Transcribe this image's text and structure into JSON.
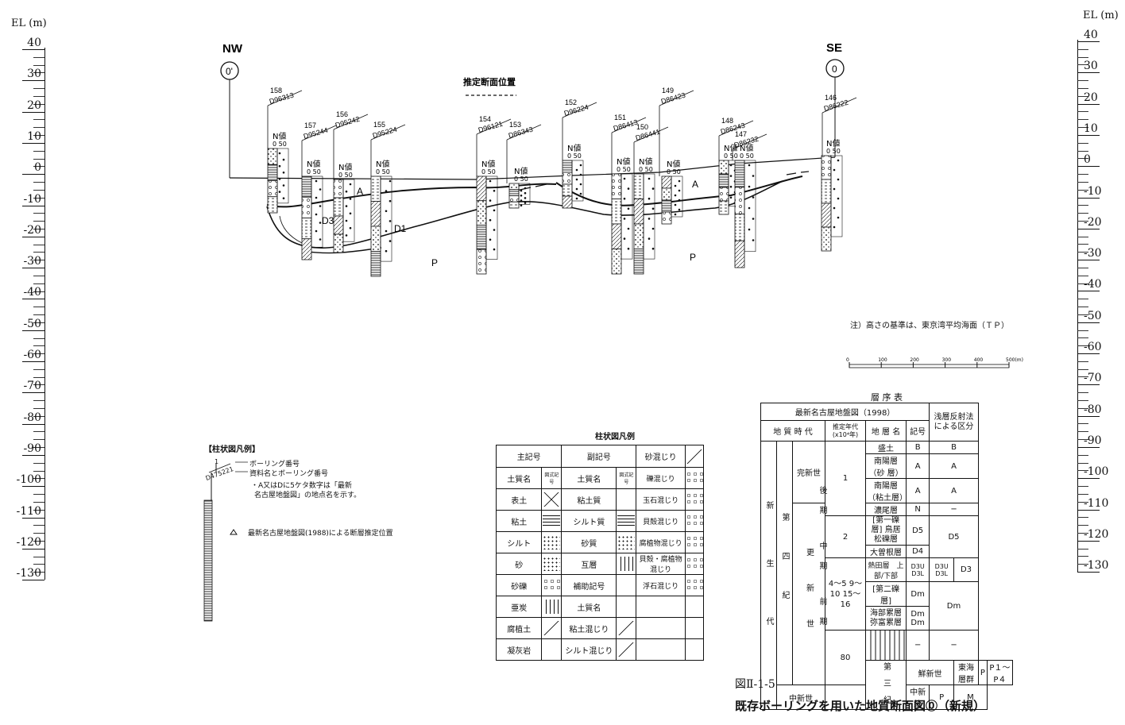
{
  "axis": {
    "unit_label": "EL (m)",
    "ticks": [
      "40",
      "30",
      "20",
      "10",
      "0",
      "-10",
      "-20",
      "-30",
      "-40",
      "-50",
      "-60",
      "-70",
      "-80",
      "-90",
      "-100",
      "-110",
      "-120",
      "-130"
    ]
  },
  "section": {
    "nw_label": "NW",
    "nw_marker": "0'",
    "se_label": "SE",
    "se_marker": "0",
    "estimated_line_label": "推定断面位置",
    "n_value_label": "N値",
    "n_value_scale": "0 50",
    "boreholes": [
      {
        "no": "158",
        "id": "D96313"
      },
      {
        "no": "157",
        "id": "D95244"
      },
      {
        "no": "156",
        "id": "D95242"
      },
      {
        "no": "155",
        "id": "D95224"
      },
      {
        "no": "154",
        "id": "D96121"
      },
      {
        "no": "153",
        "id": "D86343"
      },
      {
        "no": "152",
        "id": "D96224"
      },
      {
        "no": "151",
        "id": "D86413"
      },
      {
        "no": "150",
        "id": "D86441"
      },
      {
        "no": "149",
        "id": "D86423"
      },
      {
        "no": "148",
        "id": "D86243"
      },
      {
        "no": "147",
        "id": "D86232"
      },
      {
        "no": "146",
        "id": "D86222"
      }
    ],
    "layer_labels": {
      "a1": "A",
      "a2": "A",
      "d3": "D3",
      "d1": "D1",
      "p1": "P",
      "p2": "P"
    }
  },
  "note": "注）高さの基準は、東京湾平均海面（ＴＰ）",
  "scale_bar": {
    "labels": [
      "0",
      "100",
      "200",
      "300",
      "400",
      "500(m)"
    ]
  },
  "legend_col": {
    "title": "【柱状図凡例】",
    "example_no": "1",
    "example_id": "D475221",
    "line1": "ボーリング番号",
    "line2": "資料名とボーリング番号",
    "line3": "・A又はDに5ケタ数字は「最新",
    "line4": "名古屋地盤図」の地点名を示す。",
    "triangle_note": "最新名古屋地盤図(1988)による断層推定位置"
  },
  "legend_table": {
    "title": "柱状図凡例",
    "headers": [
      "主記号",
      "副記号",
      "砂混じり"
    ],
    "sub_header_soil": "土質名",
    "sub_header_sym": "図式記号",
    "rows": [
      [
        "土質名",
        "土質名",
        "礫混じり"
      ],
      [
        "表土",
        "粘土質",
        "玉石混じり"
      ],
      [
        "粘土",
        "シルト質",
        "貝殻混じり"
      ],
      [
        "シルト",
        "砂質",
        "腐植物混じり"
      ],
      [
        "砂",
        "互層",
        "貝殻・腐植物 混じり"
      ],
      [
        "砂礫",
        "補助記号",
        "浮石混じり"
      ],
      [
        "亜炭",
        "土質名",
        ""
      ],
      [
        "腐植土",
        "粘土混じり",
        ""
      ],
      [
        "凝灰岩",
        "シルト混じり",
        ""
      ]
    ]
  },
  "strat_table": {
    "title": "層 序 表",
    "source": "最新名古屋地盤図（1998）",
    "shallow_header": "浅層反射法による区分",
    "h_geo_age": "地 質 時 代",
    "h_age_unit": "推定年代(x10⁴年)",
    "h_layer": "地 層 名",
    "h_symbol": "記号",
    "era": "新 生 代",
    "quaternary": "第 四 紀",
    "tertiary": "第 三 紀",
    "holocene": "完新世",
    "pleistocene": "更 新 世",
    "late": "後 期",
    "middle": "中 期",
    "early": "前 期",
    "pliocene": "鮮新世",
    "miocene": "中新世",
    "ages": [
      "1",
      "2",
      "4〜5",
      "9〜10",
      "15〜16",
      "80"
    ],
    "rows": [
      {
        "name": "盛土",
        "sym": "B",
        "shallow": "B"
      },
      {
        "name": "南陽層（砂 層）",
        "sym": "A",
        "shallow": "A"
      },
      {
        "name": "南陽層（粘土層）",
        "sym": "A",
        "shallow": "A"
      },
      {
        "name": "濃尾層",
        "sym": "N",
        "shallow": "−"
      },
      {
        "name": "[第一礫層] 鳥居松礫層",
        "sym": "D5",
        "shallow": "D5"
      },
      {
        "name": "大曽根層",
        "sym": "D4",
        "shallow": ""
      },
      {
        "name": "熱田層",
        "upper": "上部",
        "lower": "下部",
        "sym_u": "D3U",
        "sym_l": "D3L",
        "sh_u": "D3U",
        "sh_l": "D3L",
        "sh": "D3"
      },
      {
        "name": "[第二礫層]",
        "sym": "Dm",
        "shallow": "Dm"
      },
      {
        "name": "海部累層 弥富累層",
        "sym": "Dm Dm",
        "shallow": ""
      },
      {
        "name": "",
        "sym": "−",
        "shallow": "−"
      },
      {
        "name": "東海層群",
        "sym": "P",
        "shallow": "P１〜P４"
      },
      {
        "name": "中新統",
        "sym": "P",
        "shallow": "M"
      }
    ]
  },
  "figure": {
    "number": "図Ⅱ-1-5",
    "title": "既存ボーリングを用いた地質断面図⓪（新規）"
  }
}
